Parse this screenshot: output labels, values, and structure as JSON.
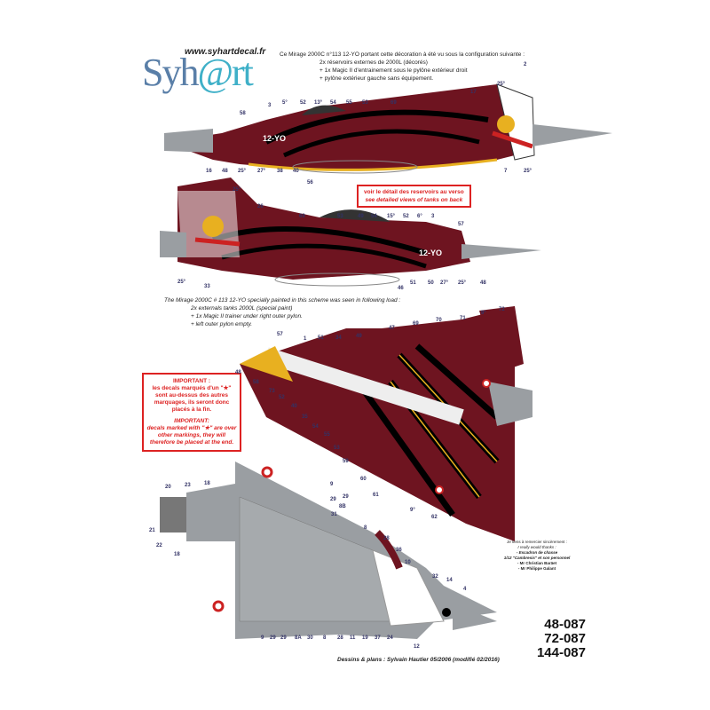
{
  "logo": {
    "url": "www.syhartdecal.fr",
    "brand": "Syh@rt"
  },
  "fr_text": {
    "line1": "Ce Mirage 2000C n°113 12-YO portant cette décoration à été vu sous la configuration suivante :",
    "line2": "2x réservoirs externes de 2000L (décorés)",
    "line3": "+ 1x Magic II d'entrainement sous le pylône extérieur droit",
    "line4": "+ pylône extérieur gauche sans équipement."
  },
  "en_text": {
    "line1": "The Mirage 2000C # 113 12-YO specially painted in this scheme was seen in following load :",
    "line2": "2x externals tanks 2000L (special paint)",
    "line3": "+ 1x Magic II trainer under right outer pylon.",
    "line4": "+ left outer pylon empty."
  },
  "tanks_note": {
    "fr": "voir le détail des reservoirs au verso",
    "en": "see detailed views of tanks on back"
  },
  "important": {
    "fr_title": "IMPORTANT :",
    "fr_body": "les decals marqués d'un \"★\" sont au-dessus des autres marquages, ils seront donc placés à la fin.",
    "en_title": "IMPORTANT:",
    "en_body": "decals marked with \"★\" are over other markings, they will therefore be placed at the end."
  },
  "thanks": {
    "l1": "Je tiens à remercier sincèrement :",
    "l2": "I really would thanks :",
    "l3": "- Escadron de chasse",
    "l4": "1/12 \"Cambresis\" et son personnel",
    "l5": "- Mr Christian Baräet",
    "l6": "- Mr Philippe Galant"
  },
  "serial": "12-YO",
  "credit": "Dessins & plans : Sylvain Hautier 05/2006 (modifié 02/2016)",
  "refs": [
    "48-087",
    "72-087",
    "144-087"
  ],
  "callouts": [
    "2",
    "25°",
    "17",
    "58",
    "3",
    "5°",
    "52",
    "13°",
    "54",
    "55",
    "53",
    "69",
    "16",
    "48",
    "25°",
    "27°",
    "38",
    "40",
    "56",
    "7",
    "25°",
    "25°",
    "26",
    "69",
    "53",
    "49",
    "54",
    "15°",
    "52",
    "6°",
    "3",
    "57",
    "25°",
    "33",
    "46",
    "51",
    "50",
    "27°",
    "25°",
    "48",
    "57",
    "1",
    "51",
    "34",
    "49",
    "47",
    "69",
    "70",
    "71",
    "9°",
    "72",
    "48",
    "58",
    "73",
    "52",
    "40",
    "35",
    "54",
    "55",
    "53",
    "59",
    "60",
    "61",
    "9°",
    "62",
    "20",
    "23",
    "18",
    "9",
    "29",
    "29",
    "8B",
    "31",
    "21",
    "22",
    "18",
    "8",
    "28",
    "36",
    "10",
    "32",
    "14",
    "4",
    "9",
    "29",
    "29",
    "8A",
    "30",
    "8",
    "28",
    "11",
    "19",
    "37",
    "24",
    "12"
  ],
  "colors": {
    "maroon": "#6e1420",
    "yellow": "#e8b020",
    "grey": "#9a9ea2",
    "red": "#d22222"
  }
}
